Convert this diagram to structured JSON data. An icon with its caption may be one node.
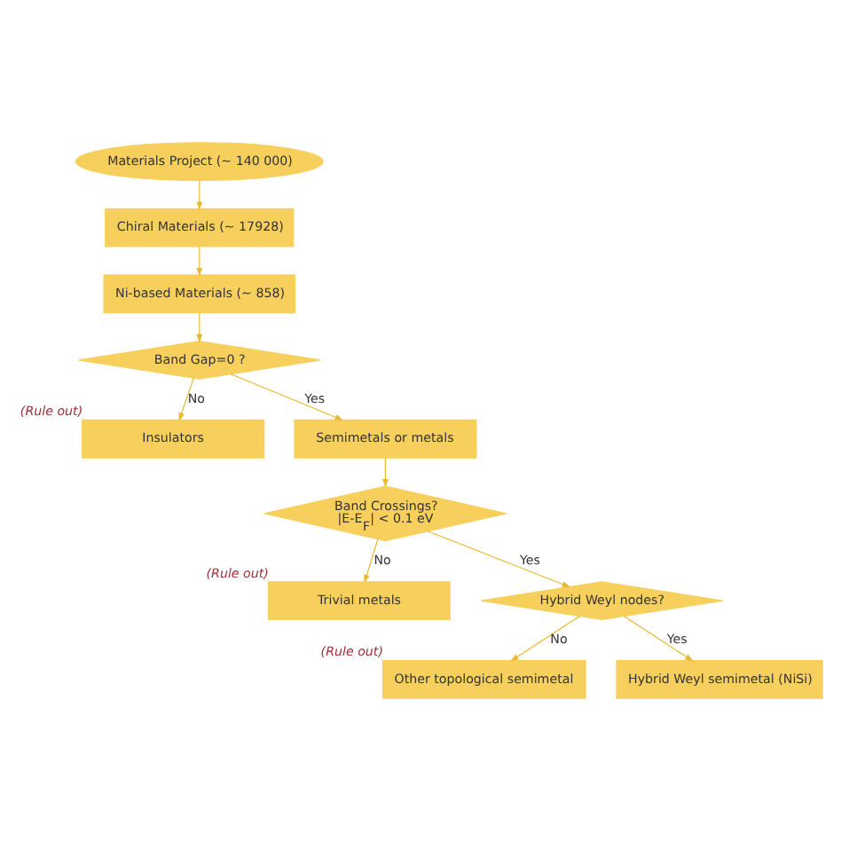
{
  "diagram": {
    "nodes": [
      {
        "text": [
          "Materials Project (~ 140 000)"
        ]
      },
      {
        "text": [
          "Chiral Materials (~ 17928)"
        ]
      },
      {
        "text": [
          "Ni-based Materials (~ 858)"
        ]
      },
      {
        "text": [
          "Band Gap=0 ?"
        ]
      },
      {
        "text": [
          "Insulators"
        ],
        "beside": [
          "(Rule out)"
        ]
      },
      {
        "text": [
          "Semimetals or metals"
        ]
      },
      {
        "text": [
          "Band Crossings?",
          "|E-E$_{F}$| < 0.1 eV"
        ]
      },
      {
        "text": [
          "Trivial metals"
        ],
        "beside": [
          "(Rule out)"
        ]
      },
      {
        "text": [
          "Hybrid Weyl nodes?"
        ]
      },
      {
        "text": [
          "Other topological semimetal"
        ],
        "beside": [
          "(Rule out)"
        ]
      },
      {
        "text": [
          "Hybrid Weyl semimetal (NiSi)"
        ]
      }
    ],
    "edges": [
      {
        "from": 0,
        "to": 1,
        "arrow": "to"
      },
      {
        "from": 1,
        "to": 2,
        "arrow": "to"
      },
      {
        "from": 2,
        "to": 3,
        "arrow": "to"
      },
      {
        "from": 3,
        "to": 4,
        "arrow": "to",
        "label": "No"
      },
      {
        "from": 3,
        "to": 5,
        "arrow": "to",
        "label": "Yes"
      },
      {
        "from": 5,
        "to": 6,
        "arrow": "to"
      },
      {
        "from": 6,
        "to": 7,
        "arrow": "to",
        "label": "No"
      },
      {
        "from": 6,
        "to": 8,
        "arrow": "to",
        "label": "Yes"
      },
      {
        "from": 8,
        "to": 9,
        "arrow": "to",
        "label": "No"
      },
      {
        "from": 8,
        "to": 10,
        "arrow": "to",
        "label": "Yes"
      }
    ]
  }
}
